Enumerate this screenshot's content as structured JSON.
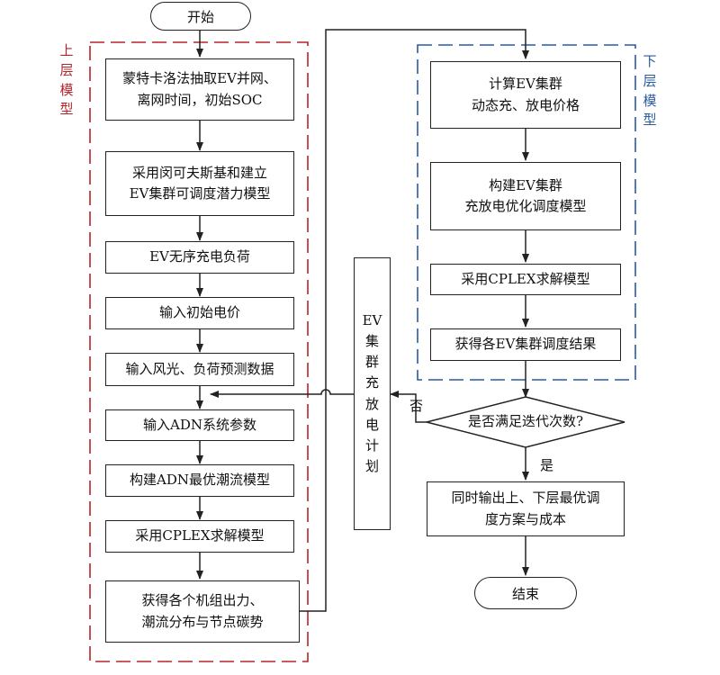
{
  "colors": {
    "upper_frame": "#b5252b",
    "lower_frame": "#2a5aa0",
    "line": "#222222"
  },
  "start": "开始",
  "end": "结束",
  "upper": {
    "label": "上层模型",
    "steps": [
      "蒙特卡洛法抽取EV并网、\n离网时间，初始SOC",
      "采用闵可夫斯基和建立\nEV集群可调度潜力模型",
      "EV无序充电负荷",
      "输入初始电价",
      "输入风光、负荷预测数据",
      "输入ADN系统参数",
      "构建ADN最优潮流模型",
      "采用CPLEX求解模型",
      "获得各个机组出力、\n潮流分布与节点碳势"
    ]
  },
  "lower": {
    "label": "下层模型",
    "steps": [
      "计算EV集群\n动态充、放电价格",
      "构建EV集群\n充放电优化调度模型",
      "采用CPLEX求解模型",
      "获得各EV集群调度结果"
    ]
  },
  "ev_plan": "EV\n集\n群\n充\n放\n电\n计\n划",
  "decision": "是否满足迭代次数?",
  "branch_no": "否",
  "branch_yes": "是",
  "output": "同时输出上、下层最优调\n度方案与成本"
}
